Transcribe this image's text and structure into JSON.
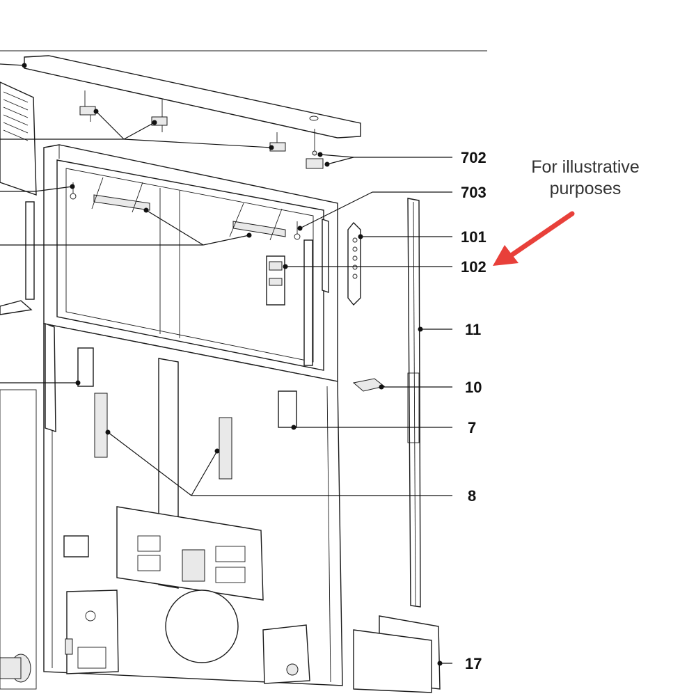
{
  "callouts": [
    {
      "id": "702",
      "label": "702"
    },
    {
      "id": "703",
      "label": "703"
    },
    {
      "id": "101",
      "label": "101"
    },
    {
      "id": "102",
      "label": "102"
    },
    {
      "id": "11",
      "label": "11"
    },
    {
      "id": "10",
      "label": "10"
    },
    {
      "id": "7",
      "label": "7"
    },
    {
      "id": "8",
      "label": "8"
    },
    {
      "id": "17",
      "label": "17"
    }
  ],
  "annotation": {
    "line1": "For illustrative",
    "line2": "purposes",
    "arrow_color": "#e8403a"
  }
}
